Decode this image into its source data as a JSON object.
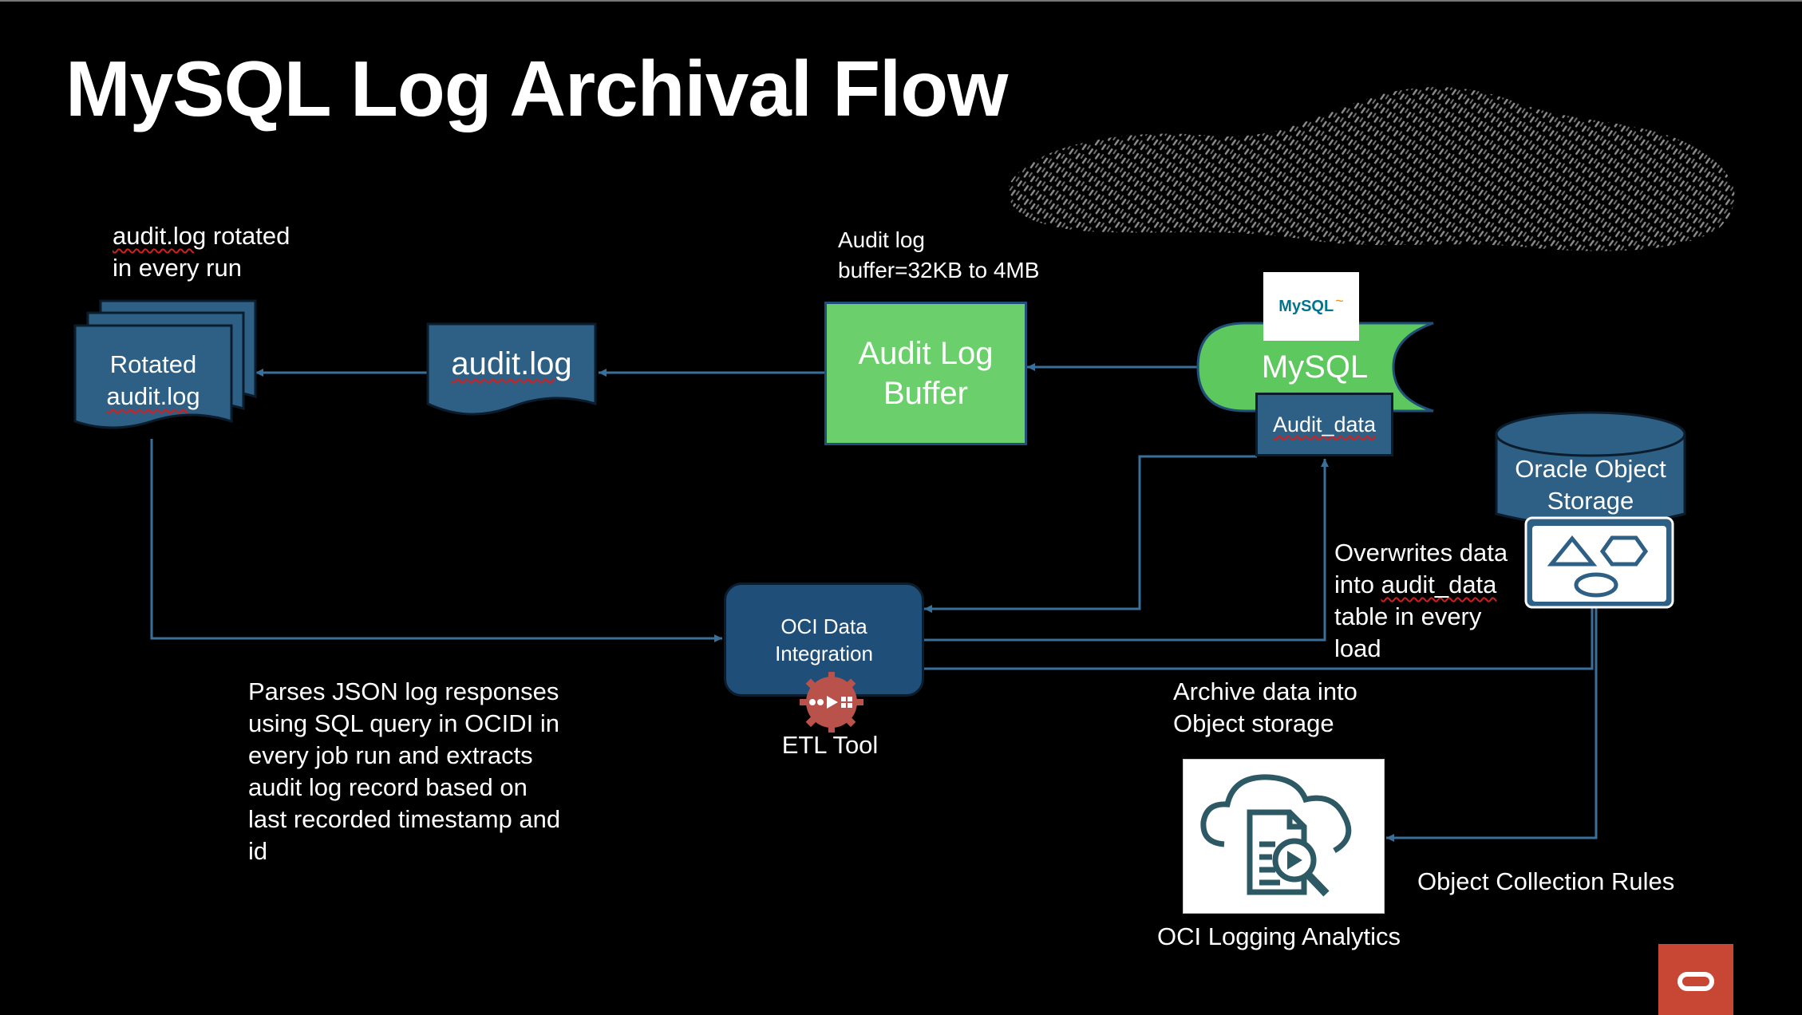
{
  "title": "MySQL Log Archival Flow",
  "labels": {
    "rotated_note_1": "audit.log",
    "rotated_note_2": " rotated",
    "rotated_note_3": "in every run",
    "buffer_note_1": "Audit log",
    "buffer_note_2": "buffer=32KB to 4MB",
    "parses_note": [
      "Parses JSON log responses",
      "using SQL query in OCIDI in",
      "every job run and extracts",
      "audit log record based on",
      "last recorded timestamp and",
      "id"
    ],
    "overwrites_note": [
      "Overwrites data",
      "into ",
      "audit_data",
      "table in every",
      "load"
    ],
    "archive_note": [
      "Archive data into",
      "Object storage"
    ],
    "ocr_rules": "Object Collection Rules",
    "etl_tool": "ETL Tool",
    "logging_analytics": "OCI Logging Analytics"
  },
  "nodes": {
    "rotated_1": "Rotated",
    "rotated_2": "audit.log",
    "audit_log": "audit.log",
    "buffer_1": "Audit Log",
    "buffer_2": "Buffer",
    "mysql": "MySQL",
    "mysql_logo": "MySQL",
    "audit_data": "Audit_data",
    "object_storage_1": "Oracle Object",
    "object_storage_2": "Storage",
    "oci_di_1": "OCI Data",
    "oci_di_2": "Integration"
  },
  "colors": {
    "node_blue": "#1f4e79",
    "node_blue_light": "#2e5f84",
    "buffer_green": "#6bd06b",
    "mysql_green": "#5dc85d",
    "line": "#3a6f9a",
    "oracle_red": "#c74634",
    "etl_red": "#b9524a"
  },
  "icons": [
    "mysql-logo-icon",
    "shapes-icon",
    "etl-gear-icon",
    "cloud-document-search-icon",
    "oracle-logo-icon",
    "noise-texture-icon"
  ]
}
